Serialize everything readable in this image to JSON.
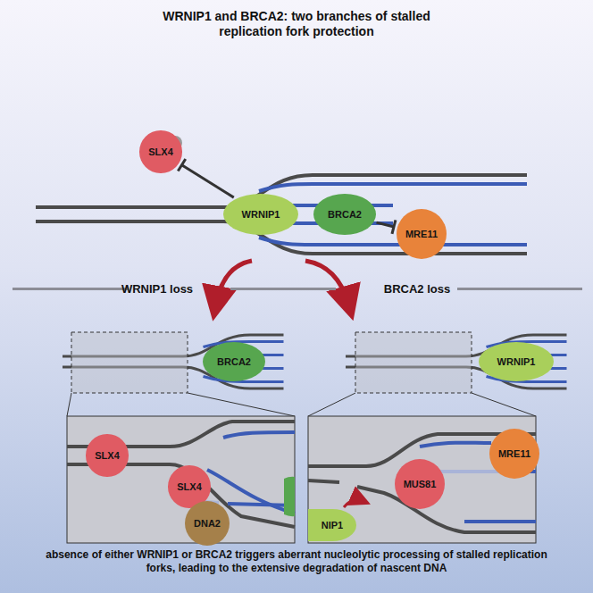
{
  "diagram": {
    "title": "WRNIP1 and BRCA2: two branches of stalled replication fork protection",
    "caption": "absence of either WRNIP1 or BRCA2 triggers aberrant nucleolytic processing of stalled replication forks, leading to the extensive degradation of nascent DNA",
    "nodes": [
      {
        "text": [
          "SLX4"
        ]
      },
      {
        "text": [
          "WRNIP1"
        ]
      },
      {
        "text": [
          "BRCA2"
        ]
      },
      {
        "text": [
          "MRE11"
        ]
      },
      {
        "text": [
          "BRCA2"
        ]
      },
      {
        "text": [
          "WRNIP1"
        ]
      },
      {
        "text": [
          "SLX4"
        ]
      },
      {
        "text": [
          "SLX4"
        ]
      },
      {
        "text": [
          "MRE11"
        ]
      },
      {
        "text": [
          "MUS81"
        ]
      },
      {
        "text": [
          "DNA2"
        ]
      },
      {
        "text": [
          "NIP1"
        ]
      }
    ],
    "edges": [
      {
        "from": 1,
        "to": 0,
        "arrow": "to"
      },
      {
        "from": 2,
        "to": 3,
        "arrow": "to"
      }
    ],
    "labels": [
      "WRNIP1 loss",
      "BRCA2 loss"
    ]
  }
}
